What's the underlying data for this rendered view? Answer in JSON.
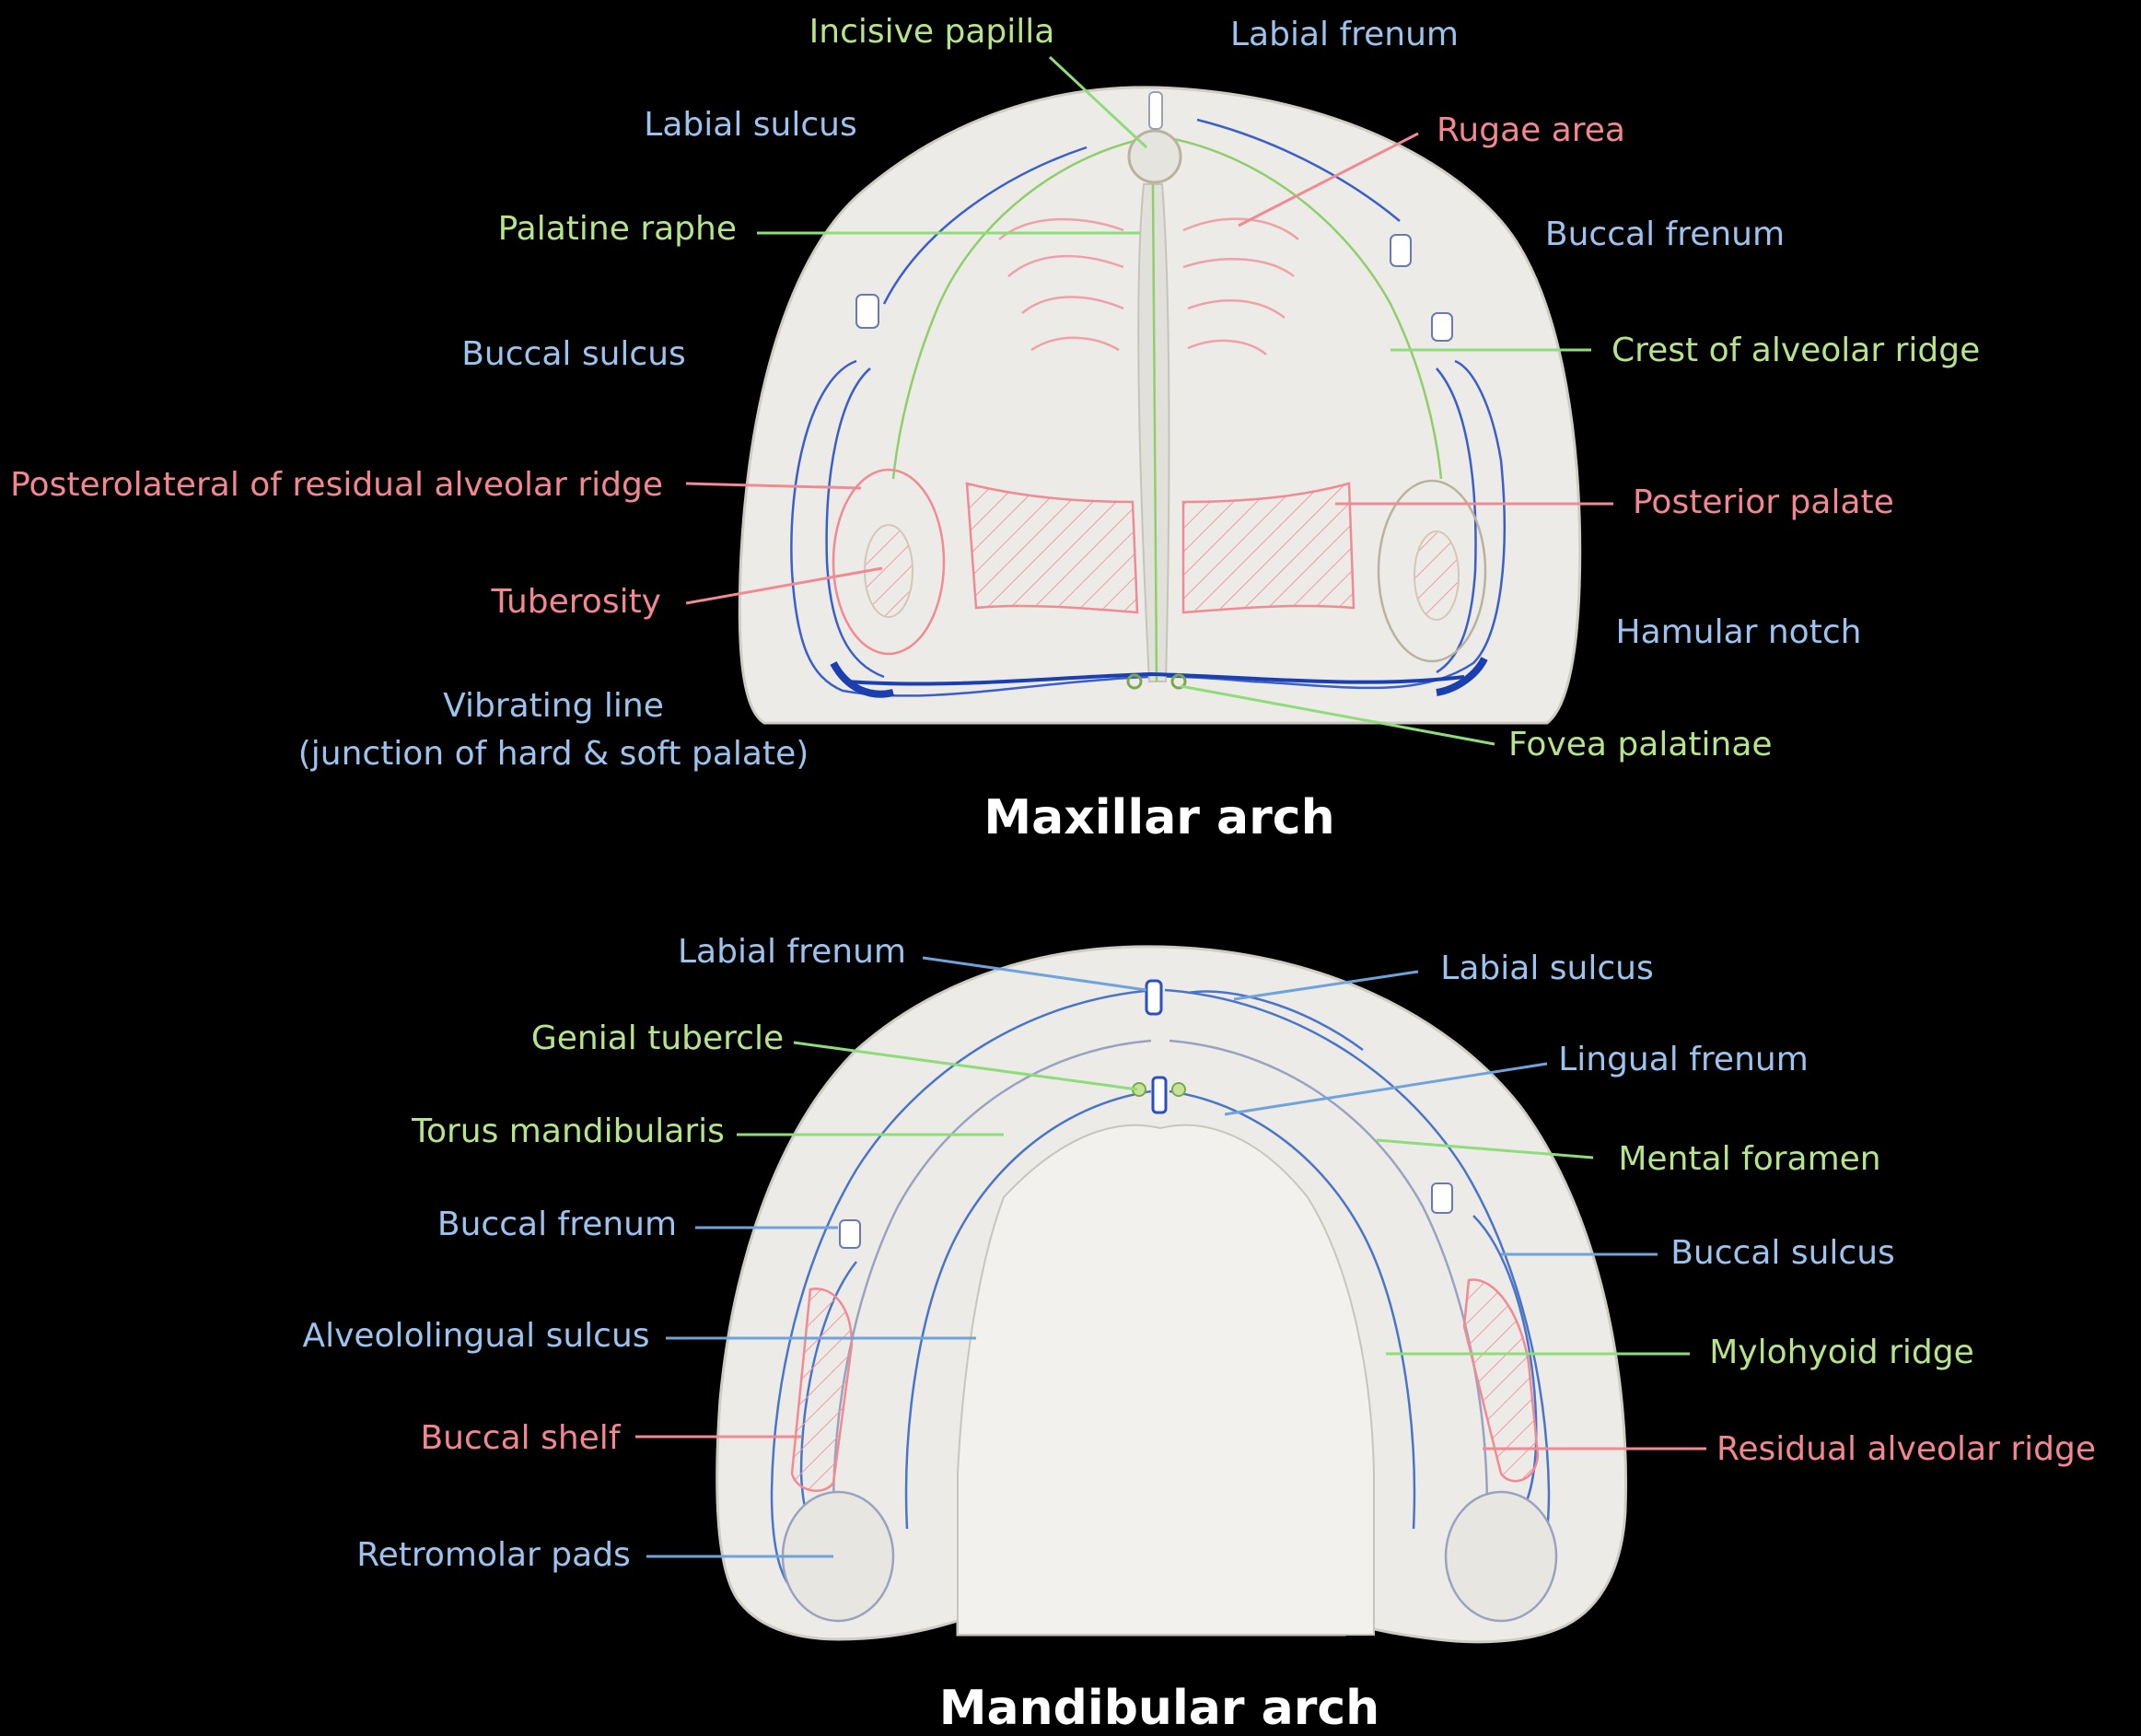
{
  "colors": {
    "green": "#b5e48a",
    "blue": "#9cc3ee",
    "pink": "#f4868f",
    "green_line": "#8fdc7a",
    "blue_line": "#6ea3dc",
    "pink_line": "#f08a94",
    "title": "#ffffff",
    "background": "#000000"
  },
  "maxillar": {
    "title": "Maxillar arch",
    "labels": {
      "incisive_papilla": "Incisive papilla",
      "labial_frenum": "Labial frenum",
      "labial_sulcus": "Labial sulcus",
      "rugae_area": "Rugae area",
      "palatine_raphe": "Palatine raphe",
      "buccal_frenum": "Buccal frenum",
      "buccal_sulcus": "Buccal sulcus",
      "crest_alveolar_ridge": "Crest of alveolar ridge",
      "posterolateral_ridge": "Posterolateral of residual alveolar ridge",
      "posterior_palate": "Posterior palate",
      "tuberosity": "Tuberosity",
      "hamular_notch": "Hamular notch",
      "vibrating_line_1": "Vibrating line",
      "vibrating_line_2": "(junction of hard & soft palate)",
      "fovea_palatinae": "Fovea palatinae"
    }
  },
  "mandibular": {
    "title": "Mandibular arch",
    "labels": {
      "labial_frenum": "Labial frenum",
      "labial_sulcus": "Labial sulcus",
      "genial_tubercle": "Genial tubercle",
      "lingual_frenum": "Lingual frenum",
      "torus_mandibularis": "Torus mandibularis",
      "mental_foramen": "Mental foramen",
      "buccal_frenum": "Buccal frenum",
      "buccal_sulcus": "Buccal sulcus",
      "alveololingual_sulcus": "Alveololingual sulcus",
      "mylohyoid_ridge": "Mylohyoid ridge",
      "buccal_shelf": "Buccal shelf",
      "residual_alveolar_ridge": "Residual alveolar ridge",
      "retromolar_pads": "Retromolar pads"
    }
  }
}
